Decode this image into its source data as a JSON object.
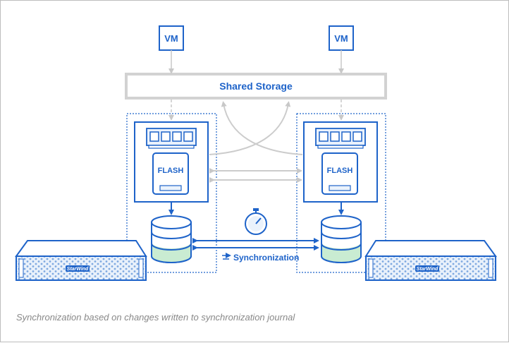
{
  "diagram": {
    "vm_left_label": "VM",
    "vm_right_label": "VM",
    "shared_storage_label": "Shared Storage",
    "flash_left_label": "FLASH",
    "flash_right_label": "FLASH",
    "sync_label": "Synchronization",
    "server_left_brand": "StarWind",
    "server_right_brand": "StarWind"
  },
  "caption": "Synchronization based on changes written to synchronization journal",
  "colors": {
    "primary_blue": "#1e63c9",
    "light_blue_fill": "#eaf2fc",
    "gray_line": "#cccccc",
    "green_stripe": "#c9ecd2"
  },
  "icons": [
    "vm-icon",
    "flash-drive-icon",
    "ram-icon",
    "database-icon",
    "stopwatch-icon",
    "sync-arrows-icon",
    "server-icon"
  ]
}
